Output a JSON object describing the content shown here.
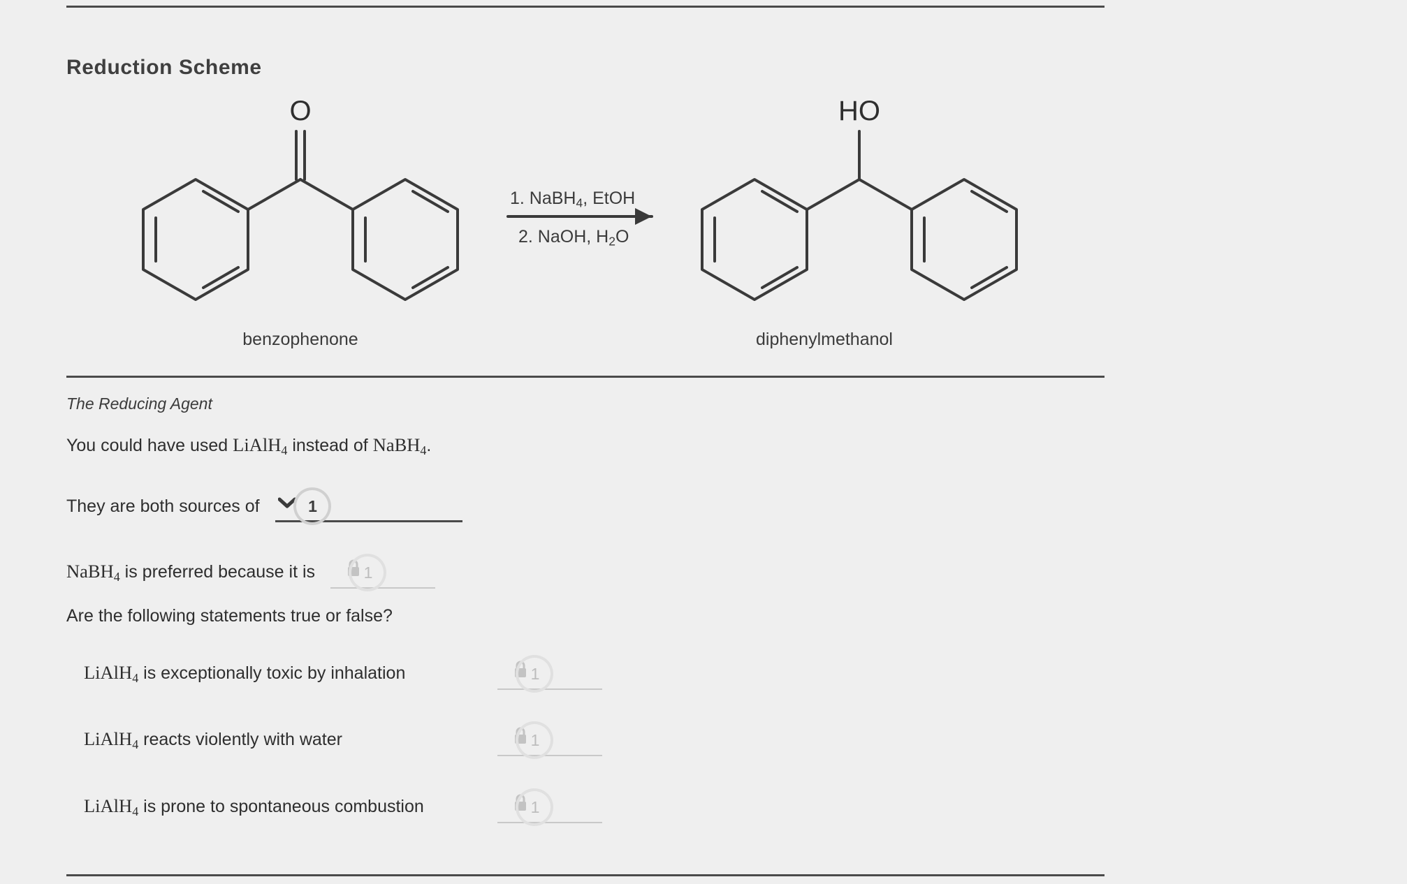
{
  "section": {
    "title": "Reduction Scheme"
  },
  "scheme": {
    "reactant_label": "benzophenone",
    "product_label": "diphenylmethanol",
    "reactant_atom_label": "O",
    "product_atom_label": "HO",
    "condition_line_1": "1. NaBH",
    "condition_line_1_sub": "4",
    "condition_line_1_rest": ", EtOH",
    "condition_line_2": "2. NaOH, H",
    "condition_line_2_sub": "2",
    "condition_line_2_rest": "O"
  },
  "reducing_agent": {
    "subhead": "The Reducing Agent",
    "sentence_part_1": "You could have used ",
    "sentence_formula_1": "LiAlH",
    "sentence_formula_1_sub": "4",
    "sentence_part_2": " instead of ",
    "sentence_formula_2": "NaBH",
    "sentence_formula_2_sub": "4",
    "sentence_part_3": "."
  },
  "questions": {
    "dropdown_row": {
      "label": "They are both sources of",
      "selected_value": "",
      "points": "1",
      "state": "active"
    },
    "preferred_row": {
      "label_formula": "NaBH",
      "label_formula_sub": "4",
      "label_rest": " is preferred because it is",
      "value": "",
      "points": "1",
      "state": "locked"
    },
    "true_false_prompt": "Are the following statements true or false?",
    "true_false_items": [
      {
        "formula": "LiAlH",
        "formula_sub": "4",
        "text": " is exceptionally toxic by inhalation",
        "value": "",
        "points": "1",
        "state": "locked"
      },
      {
        "formula": "LiAlH",
        "formula_sub": "4",
        "text": " reacts violently with water",
        "value": "",
        "points": "1",
        "state": "locked"
      },
      {
        "formula": "LiAlH",
        "formula_sub": "4",
        "text": " is prone to spontaneous combustion",
        "value": "",
        "points": "1",
        "state": "locked"
      }
    ]
  },
  "icons": {
    "chevron": "chevron-down-icon",
    "lock": "lock-icon"
  },
  "colors": {
    "background": "#efefef",
    "text": "#2e2e2e",
    "rule": "#4a4a4a",
    "locked": "#c8c8c8",
    "badge_ring": "#d4d4d4"
  }
}
